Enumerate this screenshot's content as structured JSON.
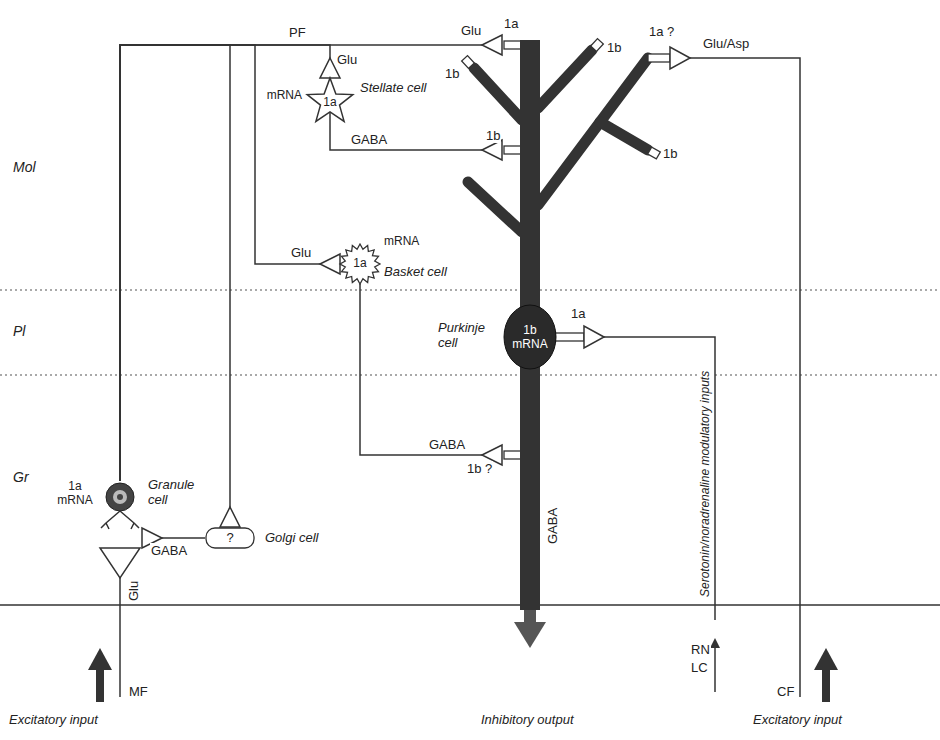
{
  "diagram": {
    "nodes": [
      {
        "text": [
          "1a",
          "mRNA",
          "Stellate cell"
        ]
      },
      {
        "text": [
          "1a",
          "mRNA",
          "Basket cell"
        ]
      },
      {
        "text": [
          "1b mRNA",
          "Purkinje cell"
        ]
      },
      {
        "text": [
          "1a mRNA",
          "Granule cell"
        ]
      },
      {
        "text": [
          "?",
          "Golgi cell"
        ]
      }
    ],
    "edges": [
      {
        "from": 3,
        "to": 2,
        "arrow": "to"
      },
      {
        "from": 3,
        "to": 0,
        "arrow": "to"
      },
      {
        "from": 3,
        "to": 1,
        "arrow": "to"
      },
      {
        "from": 3,
        "to": 4,
        "arrow": "to"
      },
      {
        "from": 0,
        "to": 2,
        "arrow": "to"
      },
      {
        "from": 1,
        "to": 2,
        "arrow": "to"
      },
      {
        "from": 4,
        "to": 3,
        "arrow": "to"
      }
    ],
    "labels": [
      "PF",
      "Glu",
      "1a",
      "1a ?",
      "Glu/Asp",
      "1b",
      "1b",
      "Glu",
      "Mol",
      "GABA",
      "1b",
      "1b",
      "Glu",
      "Pl",
      "1a",
      "GABA",
      "1b ?",
      "Gr",
      "GABA",
      "GABA",
      "Serotonin/noradrenaline modulatory inputs",
      "Glu",
      "RN",
      "LC",
      "MF",
      "CF",
      "Excitatory input",
      "Inhibitory output",
      "Excitatory input"
    ]
  }
}
